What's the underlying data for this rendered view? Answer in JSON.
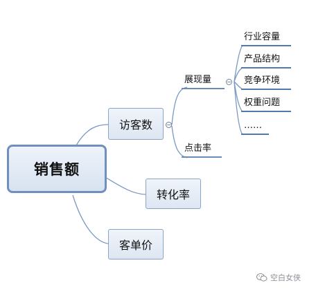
{
  "mindmap": {
    "root": "销售额",
    "branches": [
      {
        "label": "访客数",
        "children": [
          {
            "label": "展现量",
            "children": [
              "行业容量",
              "产品结构",
              "竞争环境",
              "权重问题",
              "……"
            ]
          },
          {
            "label": "点击率"
          }
        ]
      },
      {
        "label": "转化率"
      },
      {
        "label": "客单价"
      }
    ]
  },
  "colors": {
    "connector": "#7a98c2",
    "leaf_underline": "#4f79b0",
    "box_border": "#8aa3c8"
  },
  "watermark": {
    "text": "空白女侠",
    "icon": "wechat-icon"
  }
}
